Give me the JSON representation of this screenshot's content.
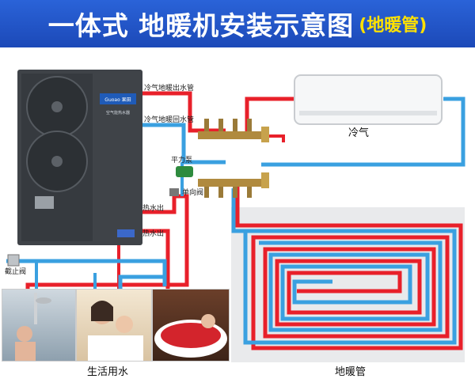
{
  "title": "一体式  地暖机安装示意图",
  "subtitle": "(地暖管)",
  "heat_pump": {
    "brand": "Guoao 果田",
    "model_text": "空气能热水器"
  },
  "labels": {
    "ac_heating_out": "冷气地暖出水管",
    "ac_heating_return": "冷气地暖回水管",
    "balance_pump": "平力泵",
    "check_valve": "单向阀",
    "hot_out_1": "热水出",
    "hot_out_2": "热水出",
    "stop_valve": "截止阀",
    "ac": "冷气",
    "domestic_water": "生活用水",
    "floor_heating": "地暖管"
  },
  "colors": {
    "banner": "#2256cc",
    "subtitle": "#ffe100",
    "hot_pipe": "#e8202a",
    "cold_pipe": "#3aa0e0",
    "unit_body": "#3f4348",
    "floor_panel": "#e9eaec"
  }
}
